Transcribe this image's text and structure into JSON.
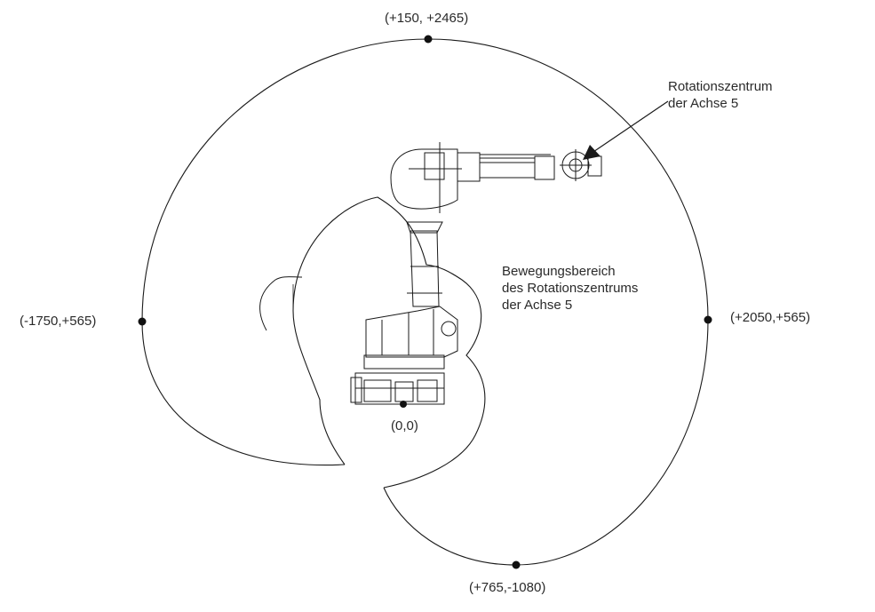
{
  "points": {
    "top": "(+150, +2465)",
    "left": "(-1750,+565)",
    "right": "(+2050,+565)",
    "bottom": "(+765,-1080)",
    "origin": "(0,0)"
  },
  "annotations": {
    "rotation_center": {
      "line1": "Rotationszentrum",
      "line2": "der Achse 5"
    },
    "range": {
      "line1": "Bewegungsbereich",
      "line2": "des Rotationszentrums",
      "line3": "der Achse 5"
    }
  },
  "colors": {
    "line": "#1a1a1a",
    "text": "#2a2a2a",
    "background": "#ffffff"
  }
}
